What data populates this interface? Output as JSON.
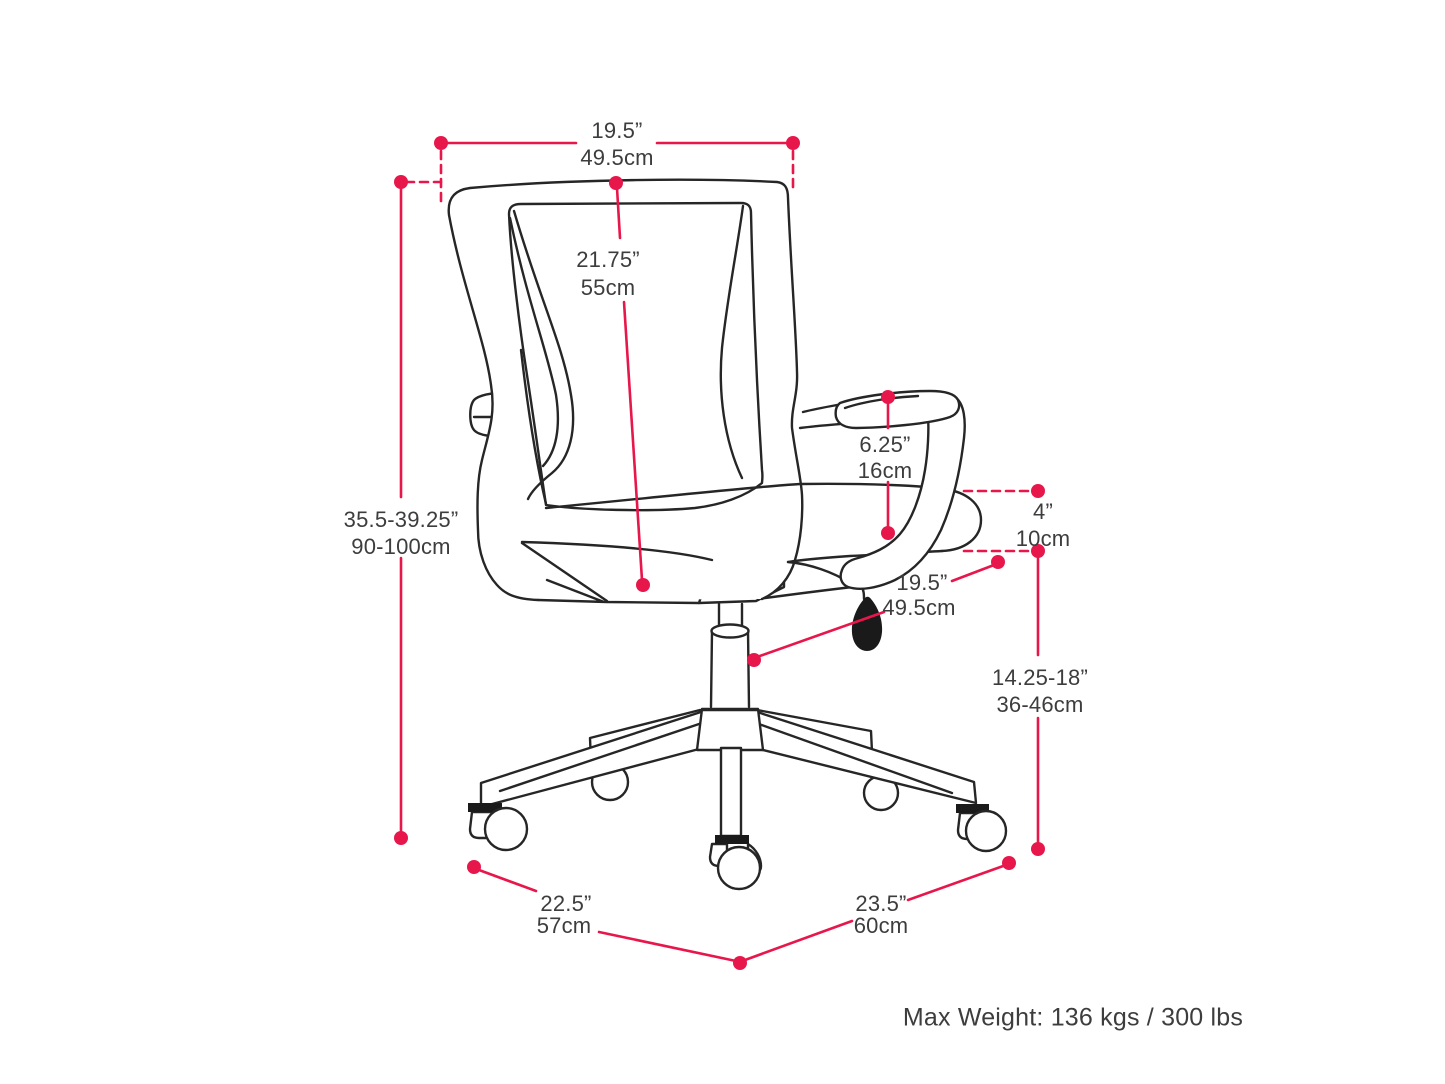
{
  "diagram": {
    "subject": "office-chair-rear-view-dimension-diagram",
    "accent_color": "#e8174b",
    "line_color": "#262626",
    "text_color": "#3d3d3d",
    "dims": {
      "back_width": {
        "in": "19.5”",
        "cm": "49.5cm"
      },
      "back_height": {
        "in": "21.75”",
        "cm": "55cm"
      },
      "overall_height": {
        "in": "35.5-39.25”",
        "cm": "90-100cm"
      },
      "armrest_height": {
        "in": "6.25”",
        "cm": "16cm"
      },
      "seat_thickness": {
        "in": "4”",
        "cm": "10cm"
      },
      "seat_depth": {
        "in": "19.5”",
        "cm": "49.5cm"
      },
      "seat_height": {
        "in": "14.25-18”",
        "cm": "36-46cm"
      },
      "base_depth": {
        "in": "22.5”",
        "cm": "57cm"
      },
      "base_width": {
        "in": "23.5”",
        "cm": "60cm"
      }
    },
    "max_weight": "Max Weight: 136 kgs / 300 lbs"
  }
}
